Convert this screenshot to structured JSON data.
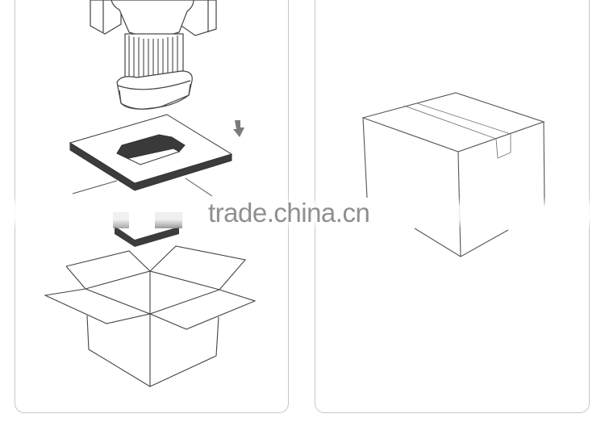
{
  "diagram": {
    "subject": "Packaging steps",
    "panels": [
      {
        "id": "left",
        "elements": [
          "led-lamp",
          "foam-insert",
          "down-arrow",
          "open-carton-box"
        ]
      },
      {
        "id": "right",
        "elements": [
          "sealed-carton-box-with-tape"
        ]
      }
    ]
  },
  "watermark": {
    "text": "trade.china.cn"
  },
  "colors": {
    "line": "#555555",
    "foam_edge": "#3c3c3c",
    "arrow": "#7a7a7a",
    "panel_border": "#c8c8c8",
    "watermark": "#8f8f8f"
  }
}
